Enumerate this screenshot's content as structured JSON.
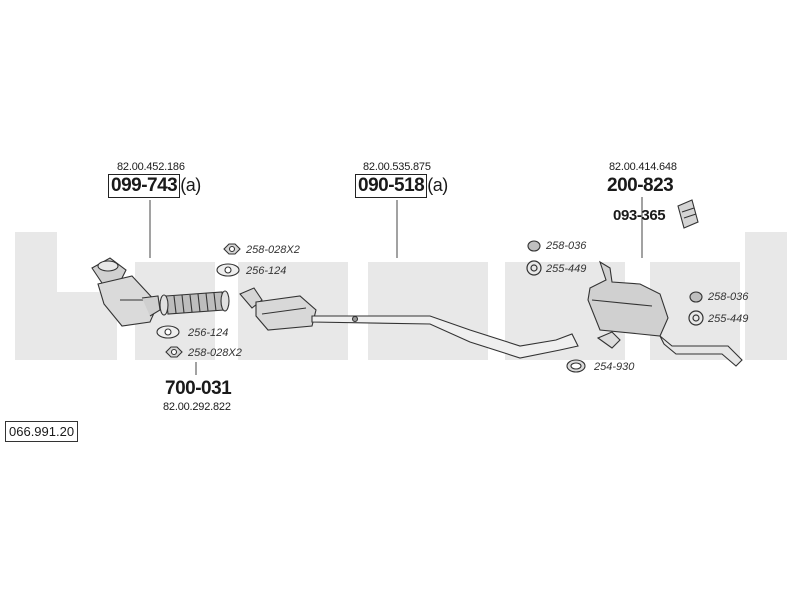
{
  "colors": {
    "watermark": "#e6e6e6",
    "line": "#3a3a3a",
    "part_fill": "#d9d9d9",
    "accent": "#c00000"
  },
  "diagram_id": "066.991.20",
  "groups": [
    {
      "ref": "82.00.452.186",
      "part": "099-743",
      "suffix": "(a)"
    },
    {
      "ref": "82.00.535.875",
      "part": "090-518",
      "suffix": "(a)"
    },
    {
      "ref": "82.00.414.648",
      "part": "200-823"
    },
    {
      "ref": "82.00.292.822",
      "part": "700-031"
    }
  ],
  "small_parts": [
    {
      "label": "258-028X2",
      "icon": "nut-icon"
    },
    {
      "label": "256-124",
      "icon": "gasket-icon"
    },
    {
      "label": "256-124",
      "icon": "gasket-icon"
    },
    {
      "label": "258-028X2",
      "icon": "nut-icon"
    },
    {
      "label": "258-036",
      "icon": "rubber-mount-icon"
    },
    {
      "label": "255-449",
      "icon": "rubber-ring-icon"
    },
    {
      "label": "258-036",
      "icon": "rubber-mount-icon"
    },
    {
      "label": "255-449",
      "icon": "rubber-ring-icon"
    },
    {
      "label": "254-930",
      "icon": "clamp-icon"
    }
  ],
  "heat_shield": {
    "label": "093-365",
    "icon": "heat-shield-icon"
  }
}
